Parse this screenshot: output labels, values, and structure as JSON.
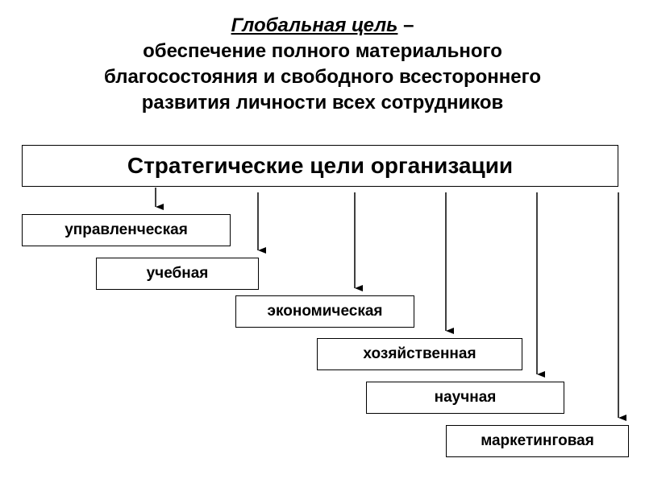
{
  "header": {
    "global_label": "Глобальная цель",
    "dash": " –",
    "line_1": "обеспечение полного материального",
    "line_2": "благосостояния и свободного всестороннего",
    "line_3": "развития личности всех сотрудников"
  },
  "main_box": {
    "label": "Стратегические цели организации"
  },
  "goals": [
    {
      "label": "управленческая"
    },
    {
      "label": "учебная"
    },
    {
      "label": "экономическая"
    },
    {
      "label": "хозяйственная"
    },
    {
      "label": "научная"
    },
    {
      "label": "маркетинговая"
    }
  ]
}
